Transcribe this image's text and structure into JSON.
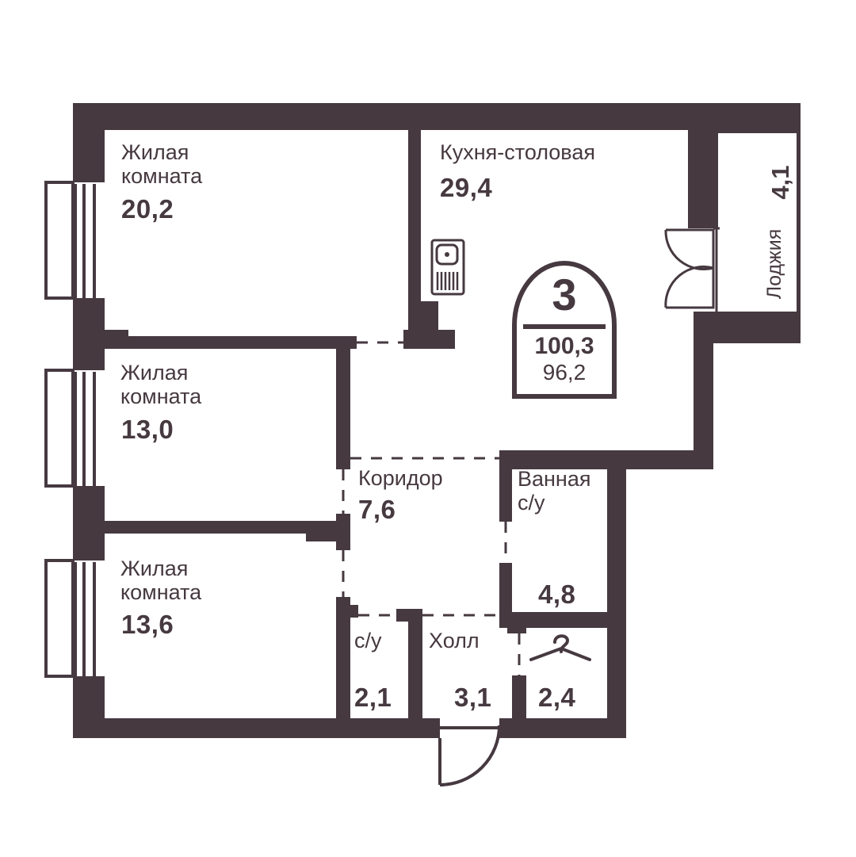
{
  "colors": {
    "wall": "#463940",
    "background": "#ffffff"
  },
  "apartment": {
    "rooms_count": "3",
    "total_area": "100,3",
    "living_area": "96,2"
  },
  "rooms": {
    "living_room_1": {
      "name": "Жилая\nкомната",
      "area": "20,2"
    },
    "living_room_2": {
      "name": "Жилая\nкомната",
      "area": "13,0"
    },
    "living_room_3": {
      "name": "Жилая\nкомната",
      "area": "13,6"
    },
    "kitchen": {
      "name": "Кухня-столовая",
      "area": "29,4"
    },
    "corridor": {
      "name": "Коридор",
      "area": "7,6"
    },
    "bathroom": {
      "name": "Ванная\nс/у",
      "area": "4,8"
    },
    "wc": {
      "name": "с/у",
      "area": "2,1"
    },
    "hall": {
      "name": "Холл",
      "area": "3,1"
    },
    "wardrobe": {
      "area": "2,4"
    },
    "loggia": {
      "name": "Лоджия",
      "area": "4,1"
    }
  },
  "icons": [
    "sink-icon",
    "hanger-icon",
    "room-count-badge-icon"
  ]
}
